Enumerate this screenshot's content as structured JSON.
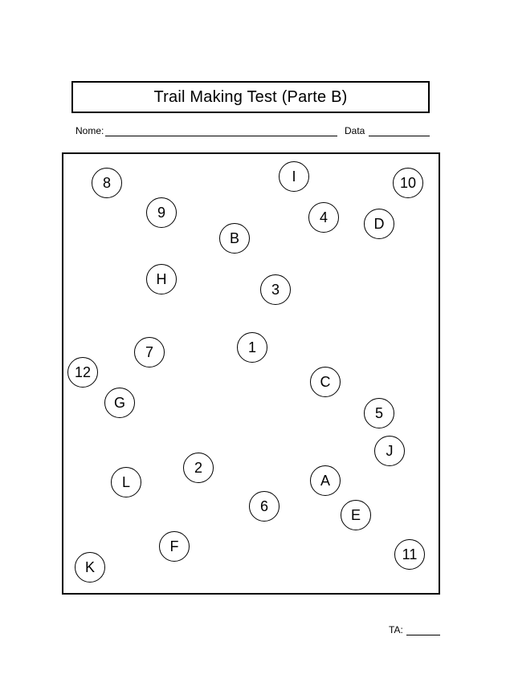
{
  "title": "Trail Making Test (Parte B)",
  "header": {
    "name_label": "Nome:",
    "date_label": "Data"
  },
  "footer": {
    "ta_label": "TA:"
  },
  "nodes": [
    {
      "label": "8"
    },
    {
      "label": "I"
    },
    {
      "label": "10"
    },
    {
      "label": "9"
    },
    {
      "label": "4"
    },
    {
      "label": "D"
    },
    {
      "label": "B"
    },
    {
      "label": "H"
    },
    {
      "label": "3"
    },
    {
      "label": "1"
    },
    {
      "label": "7"
    },
    {
      "label": "12"
    },
    {
      "label": "C"
    },
    {
      "label": "G"
    },
    {
      "label": "5"
    },
    {
      "label": "J"
    },
    {
      "label": "2"
    },
    {
      "label": "L"
    },
    {
      "label": "A"
    },
    {
      "label": "6"
    },
    {
      "label": "E"
    },
    {
      "label": "F"
    },
    {
      "label": "11"
    },
    {
      "label": "K"
    }
  ]
}
